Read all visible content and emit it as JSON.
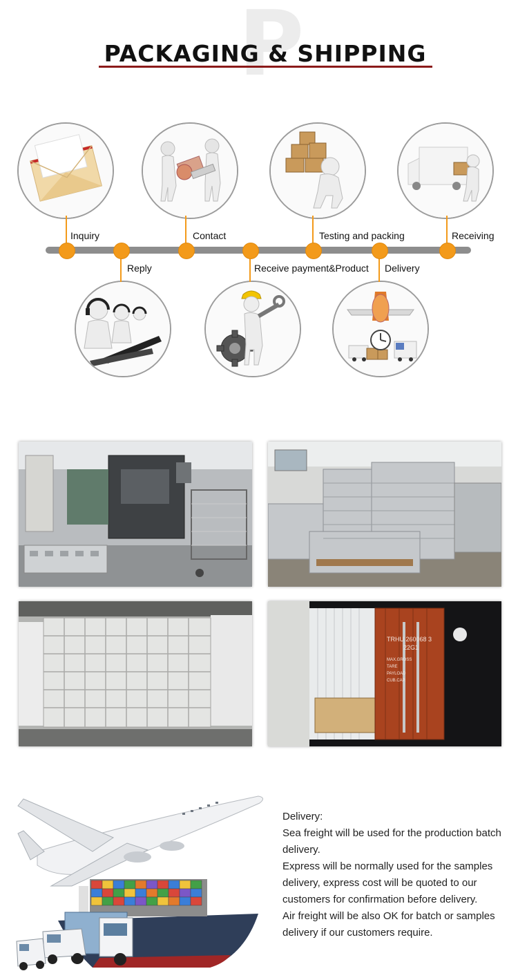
{
  "header": {
    "bg_letter": "P",
    "title": "PACKAGING & SHIPPING"
  },
  "colors": {
    "accent": "#f39a1a",
    "title_rule": "#8b1a1a",
    "timeline": "#8d8d8d"
  },
  "timeline": {
    "steps": [
      {
        "label": "Inquiry",
        "icon": "envelope-icon"
      },
      {
        "label": "Reply",
        "icon": "customer-service-icon"
      },
      {
        "label": "Contact",
        "icon": "handshake-icon"
      },
      {
        "label": "Receive payment&Product",
        "icon": "worker-gear-icon"
      },
      {
        "label": "Testing and packing",
        "icon": "boxes-icon"
      },
      {
        "label": "Delivery",
        "icon": "airplane-clock-icon"
      },
      {
        "label": "Receiving",
        "icon": "delivery-truck-icon"
      }
    ]
  },
  "delivery": {
    "lines": [
      "Delivery:",
      "Sea freight will be used for the production batch delivery.",
      "Express will be normally used for the samples delivery, express cost will be quoted to our customers for confirmation before delivery.",
      "Air freight will be also OK for batch or samples delivery if our customers require."
    ],
    "container_text": [
      "TRHU 260068 3",
      "22G1",
      "MAX.GROSS",
      "TARE",
      "PAYLOAD",
      "CUB.CAP."
    ]
  }
}
